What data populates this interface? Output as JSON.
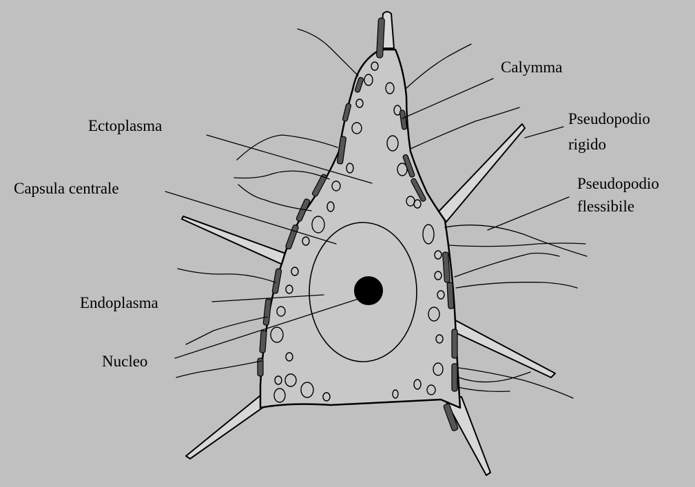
{
  "diagram": {
    "background": "#c0c0c0",
    "ink": "#000000",
    "labels": {
      "calymma": "Calymma",
      "ectoplasma": "Ectoplasma",
      "pseudopodio_rigido_1": "Pseudopodio",
      "pseudopodio_rigido_2": "rigido",
      "capsula_centrale": "Capsula centrale",
      "pseudopodio_flessibile_1": "Pseudopodio",
      "pseudopodio_flessibile_2": "flessibile",
      "endoplasma": "Endoplasma",
      "nucleo": "Nucleo"
    }
  }
}
